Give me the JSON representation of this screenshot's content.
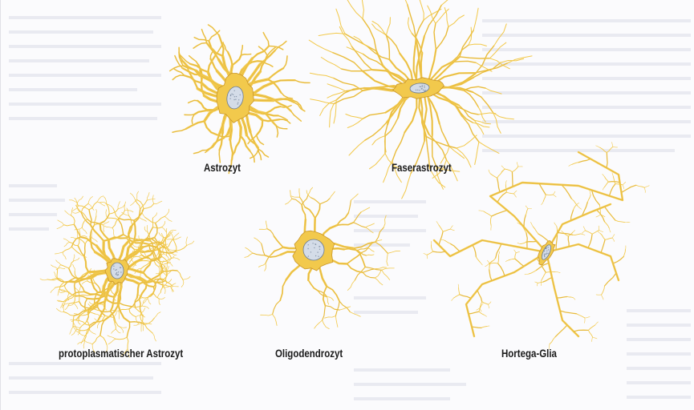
{
  "colors": {
    "cell_fill": "#f2c94c",
    "cell_stroke": "#c9962a",
    "nucleus_fill": "#d4dce8",
    "nucleus_stroke": "#6a7b92",
    "label_text": "#1a1a1a",
    "background": "#fbfbfd"
  },
  "labels": {
    "astrozyt": "Astrozyt",
    "faserastrozyt": "Faserastrozyt",
    "protoplasmatischer_astrozyt": "protoplasmatischer Astrozyt",
    "oligodendrozyt": "Oligodendrozyt",
    "hortega_glia": "Hortega-Glia"
  }
}
